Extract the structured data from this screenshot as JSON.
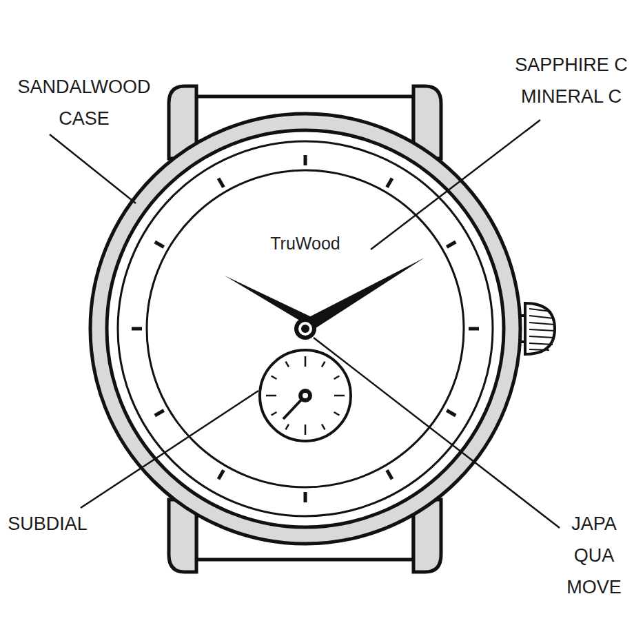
{
  "diagram": {
    "labels": [
      "SANDALWOOD CASE",
      "SAPPHIRE C MINERAL C",
      "TruWood",
      "SUBDIAL",
      "JAPA QUA MOVE"
    ]
  }
}
